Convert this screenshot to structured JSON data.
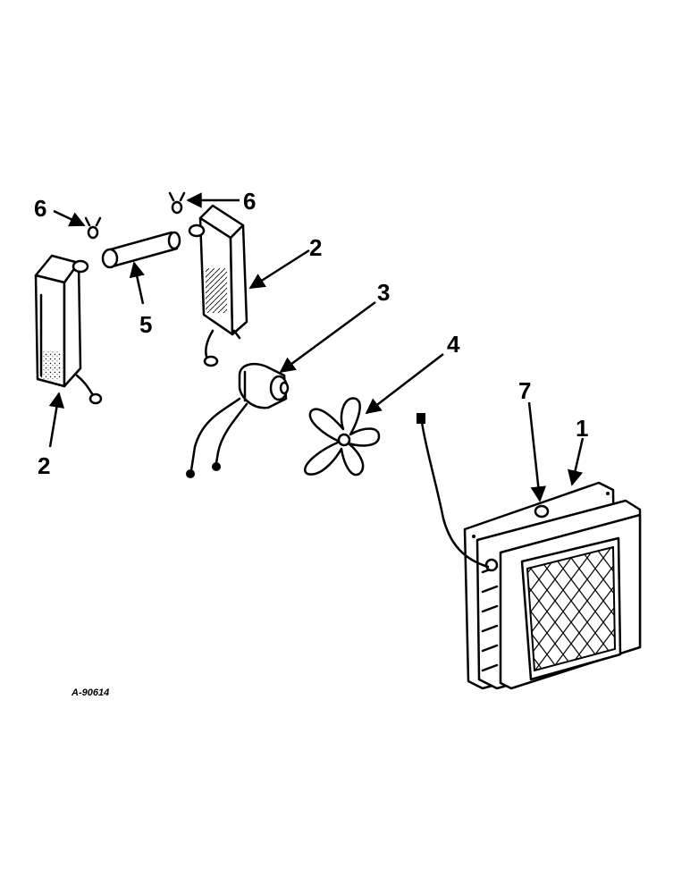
{
  "figure_id": "A-90614",
  "callouts": {
    "heater_core_left": "2",
    "heater_core_right": "2",
    "motor": "3",
    "fan": "4",
    "hose": "5",
    "clamp_left": "6",
    "clamp_right": "6",
    "heater_housing": "1",
    "cap": "7"
  }
}
